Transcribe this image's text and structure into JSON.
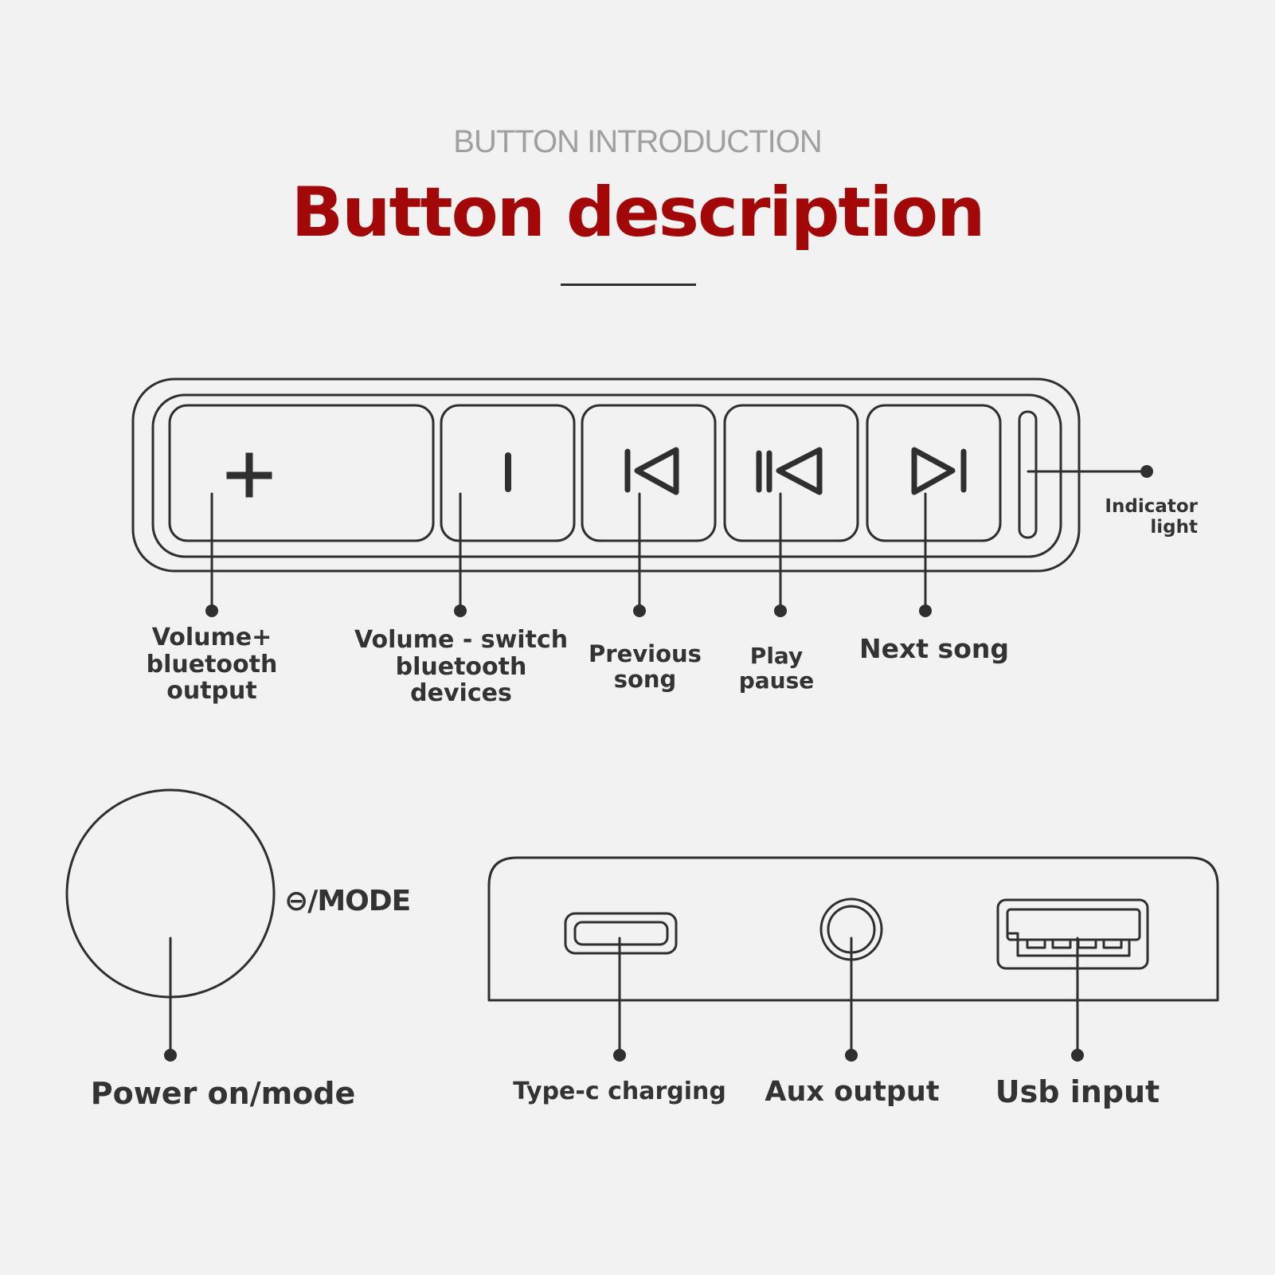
{
  "kicker": "BUTTON INTRODUCTION",
  "title": "Button description",
  "colors": {
    "background": "#f2f2f2",
    "accent": "#a30808",
    "kicker": "#a0a0a0",
    "line": "#2f2f2f",
    "label": "#333333"
  },
  "top_panel": {
    "buttons": [
      {
        "icon": "plus-icon",
        "label": "Volume+\nbluetooth\noutput"
      },
      {
        "icon": "minus-bar-icon",
        "label": "Volume - switch\nbluetooth\ndevices"
      },
      {
        "icon": "previous-track-icon",
        "label": "Previous\nsong"
      },
      {
        "icon": "play-pause-icon",
        "label": "Play\npause"
      },
      {
        "icon": "next-track-icon",
        "label": "Next song"
      }
    ],
    "indicator": {
      "icon": "indicator-light-icon",
      "label": "Indicator\nlight"
    }
  },
  "power": {
    "icon": "power-button-icon",
    "symbol_label": "⊖/MODE",
    "label": "Power on/mode"
  },
  "ports": [
    {
      "icon": "type-c-port-icon",
      "label": "Type-c charging"
    },
    {
      "icon": "aux-jack-icon",
      "label": "Aux output"
    },
    {
      "icon": "usb-port-icon",
      "label": "Usb input"
    }
  ]
}
